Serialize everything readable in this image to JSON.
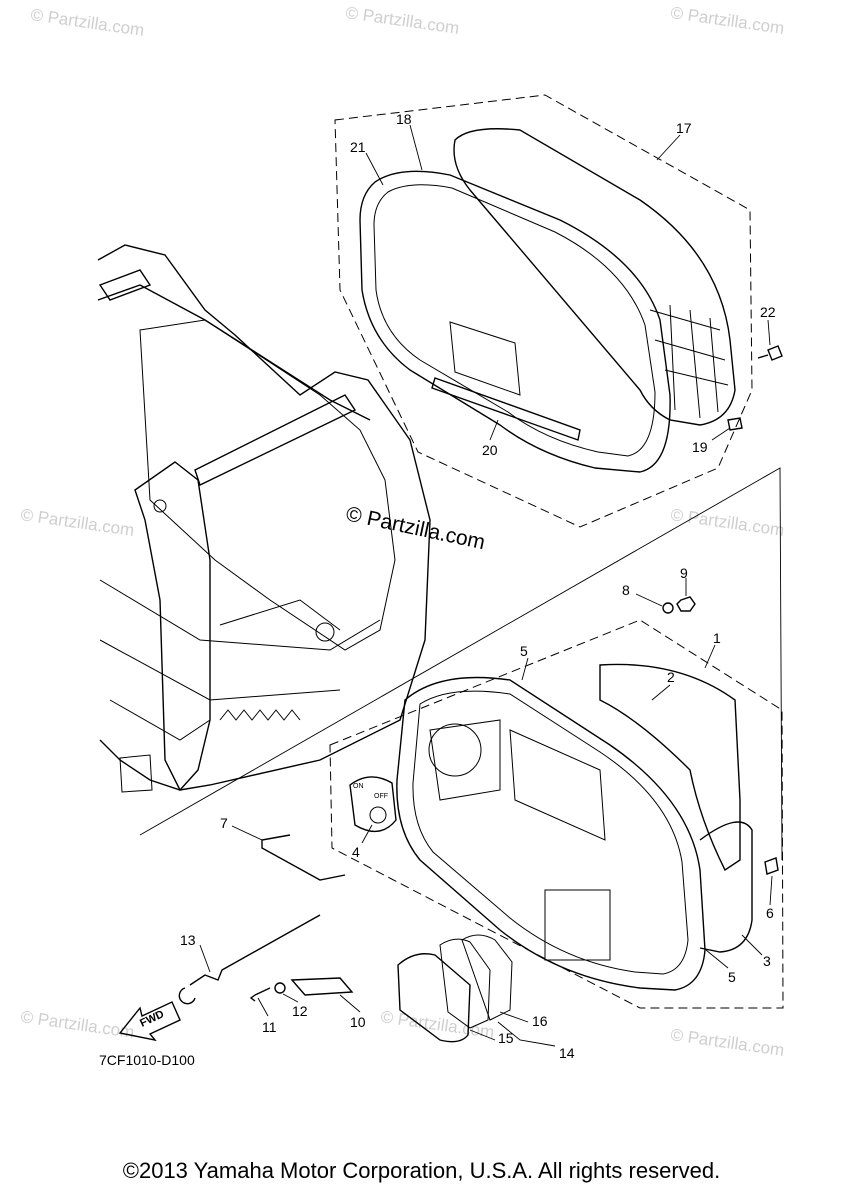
{
  "watermarks": {
    "corner_text": "© Partzilla.com",
    "center_text": "© Partzilla.com"
  },
  "callouts": [
    {
      "id": "c1",
      "label": "1"
    },
    {
      "id": "c2",
      "label": "2"
    },
    {
      "id": "c3",
      "label": "3"
    },
    {
      "id": "c4",
      "label": "4"
    },
    {
      "id": "c5a",
      "label": "5"
    },
    {
      "id": "c5b",
      "label": "5"
    },
    {
      "id": "c6",
      "label": "6"
    },
    {
      "id": "c7",
      "label": "7"
    },
    {
      "id": "c8",
      "label": "8"
    },
    {
      "id": "c9",
      "label": "9"
    },
    {
      "id": "c10",
      "label": "10"
    },
    {
      "id": "c11",
      "label": "11"
    },
    {
      "id": "c12",
      "label": "12"
    },
    {
      "id": "c13",
      "label": "13"
    },
    {
      "id": "c14",
      "label": "14"
    },
    {
      "id": "c15",
      "label": "15"
    },
    {
      "id": "c16",
      "label": "16"
    },
    {
      "id": "c17",
      "label": "17"
    },
    {
      "id": "c18",
      "label": "18"
    },
    {
      "id": "c19",
      "label": "19"
    },
    {
      "id": "c20",
      "label": "20"
    },
    {
      "id": "c21",
      "label": "21"
    },
    {
      "id": "c22",
      "label": "22"
    }
  ],
  "fwd_label": "FWD",
  "switch_plate_labels": {
    "on": "ON",
    "off": "OFF"
  },
  "diagram_code": "7CF1010-D100",
  "copyright": "©2013 Yamaha Motor Corporation, U.S.A. All rights reserved."
}
